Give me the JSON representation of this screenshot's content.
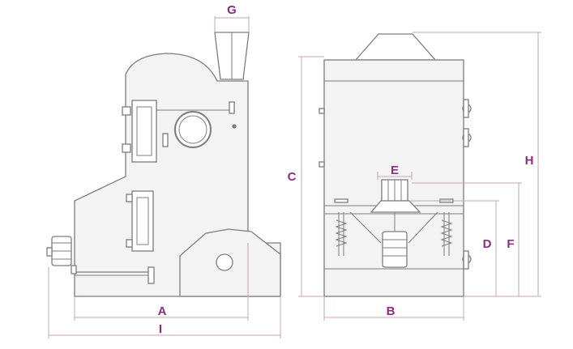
{
  "colors": {
    "line": "#7d7d7d",
    "fill": "#f3f3f3",
    "dimension": "#c9a6b6",
    "label": "#8b2c7e",
    "background": "#ffffff"
  },
  "dimensions": {
    "A": "A",
    "B": "B",
    "C": "C",
    "D": "D",
    "E": "E",
    "F": "F",
    "G": "G",
    "H": "H",
    "I": "I"
  }
}
